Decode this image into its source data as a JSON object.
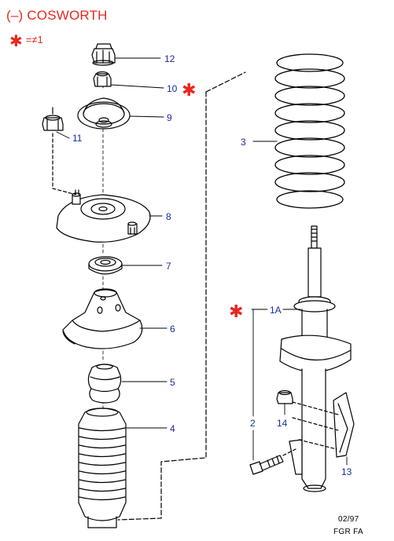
{
  "heading": "(–) COSWORTH",
  "legend": {
    "symbol": "✱",
    "text": "=≠1"
  },
  "callouts": {
    "p12": "12",
    "p10": "10",
    "p9": "9",
    "p11": "11",
    "p8": "8",
    "p7": "7",
    "p6": "6",
    "p5": "5",
    "p4": "4",
    "p3": "3",
    "p1a": "1A",
    "p2": "2",
    "p14": "14",
    "p13": "13"
  },
  "star_marker": "✱",
  "date_code": "02/97",
  "ref_code": "FGR  FA",
  "colors": {
    "label": "#1b2a9e",
    "accent": "#e8271f",
    "line": "#000000"
  }
}
